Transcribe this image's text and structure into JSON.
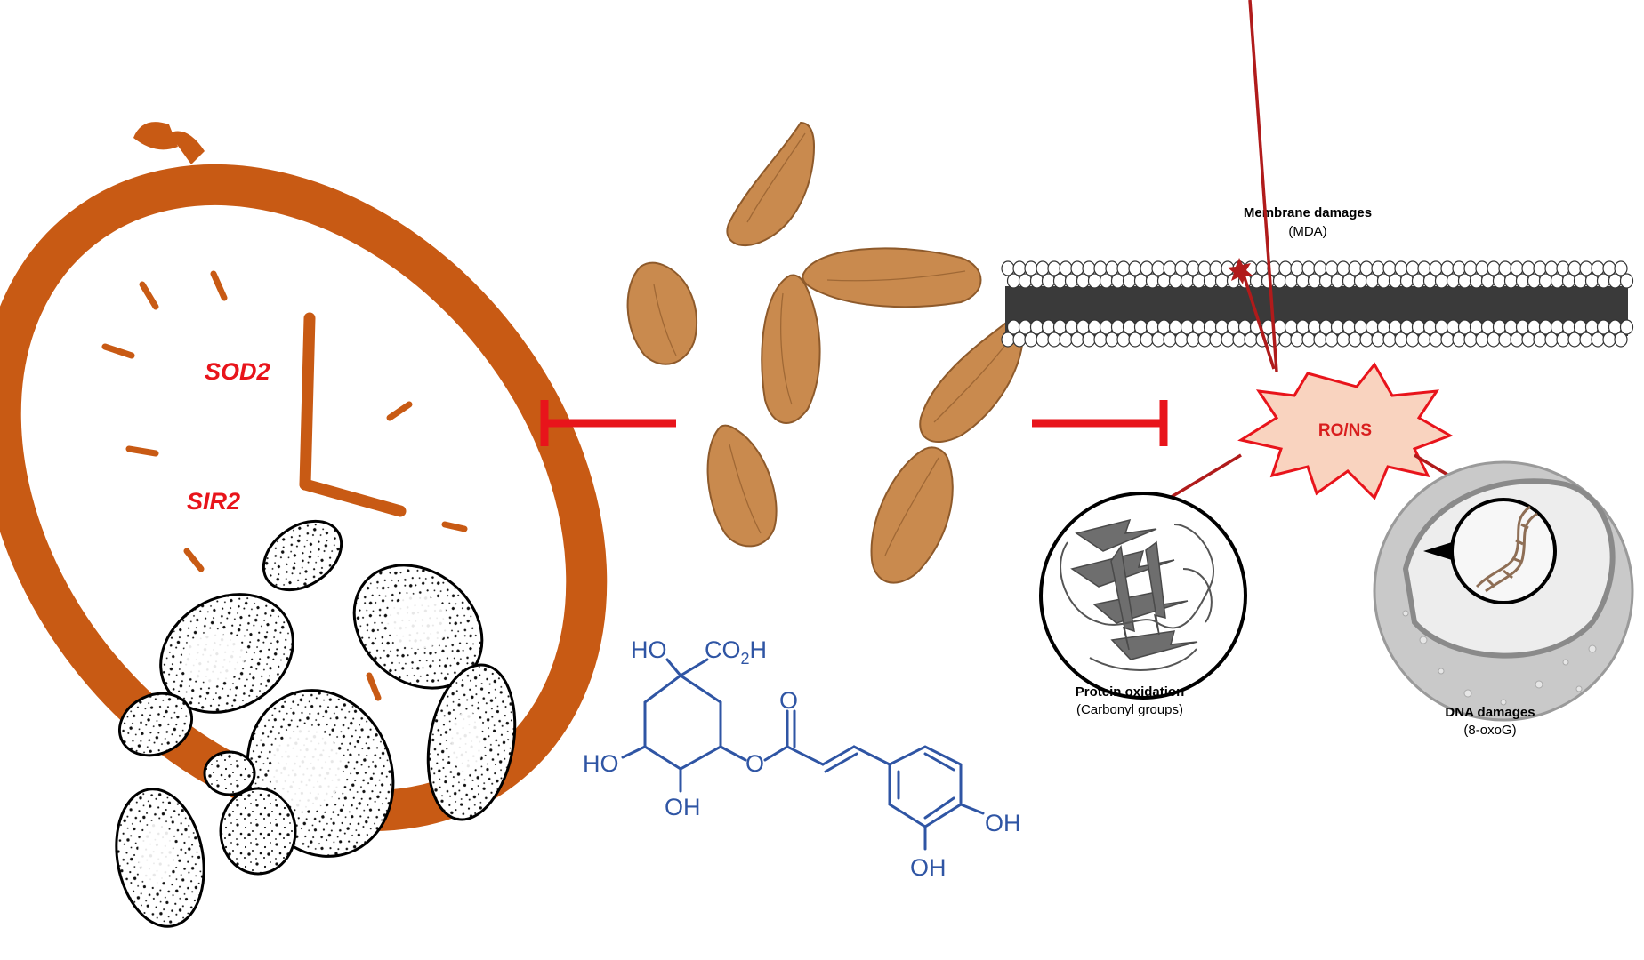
{
  "colors": {
    "clock": "#C85A14",
    "inhibition": "#E8141B",
    "gene_label": "#E8141B",
    "ros_fill": "#F9D3BF",
    "ros_text": "#D91E1E",
    "molecule": "#2F55A4",
    "almond": "#C98A4E",
    "membrane_tail": "#3A3A3A",
    "damage_line": "#B01B1B"
  },
  "clock": {
    "genes": [
      "SOD2",
      "SIR2"
    ]
  },
  "membrane": {
    "title": "Membrane damages",
    "marker": "(MDA)"
  },
  "ros": {
    "label": "RO/NS"
  },
  "protein": {
    "title": "Protein oxidation",
    "marker": "(Carbonyl groups)"
  },
  "dna": {
    "title": "DNA damages",
    "marker": "(8-oxoG)"
  },
  "molecule": {
    "ho_top": "HO",
    "co2h_main": "CO",
    "co2h_sub": "2",
    "co2h_h": "H",
    "ho_left": "HO",
    "oh_bottom": "OH",
    "ring_o": "O",
    "carbonyl_o": "O",
    "oh_right": "OH",
    "oh_right_bottom": "OH"
  }
}
